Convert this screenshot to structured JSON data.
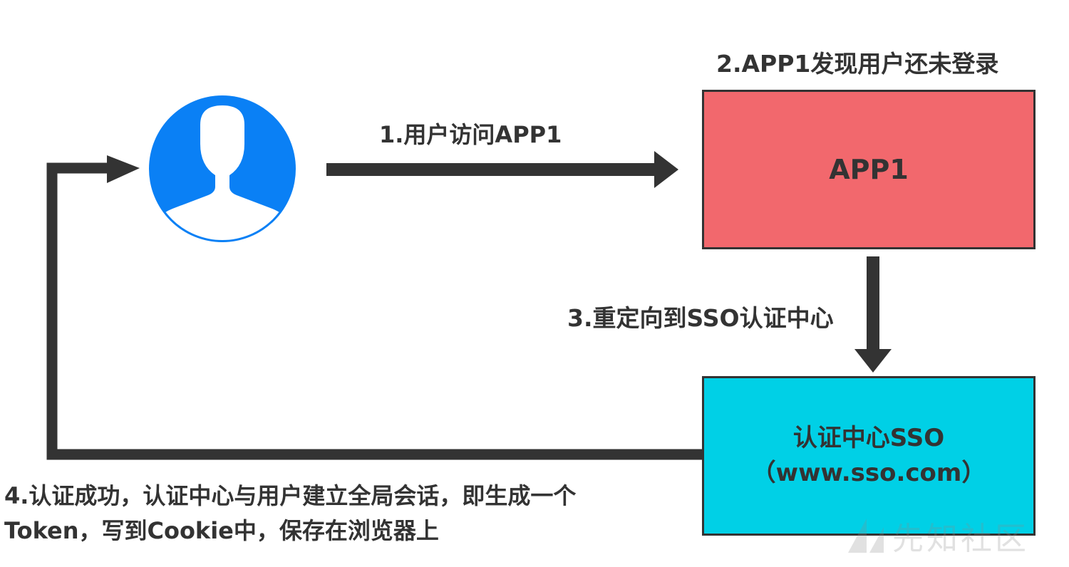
{
  "colors": {
    "app1_fill": "#f2686d",
    "sso_fill": "#00d0e6",
    "user_icon": "#0a80f5",
    "arrow": "#333333"
  },
  "nodes": {
    "user": {
      "icon": "user-avatar-icon"
    },
    "app1": {
      "label": "APP1"
    },
    "sso": {
      "line1": "认证中心SSO",
      "line2": "（www.sso.com）"
    }
  },
  "steps": {
    "step1": "1.用户访问APP1",
    "step2": "2.APP1发现用户还未登录",
    "step3": "3.重定向到SSO认证中心",
    "step4_line1": "4.认证成功，认证中心与用户建立全局会话，即生成一个",
    "step4_line2": "Token，写到Cookie中，保存在浏览器上"
  },
  "watermark": {
    "text": "先知社区",
    "icon": "xianzhi-logo-icon"
  }
}
